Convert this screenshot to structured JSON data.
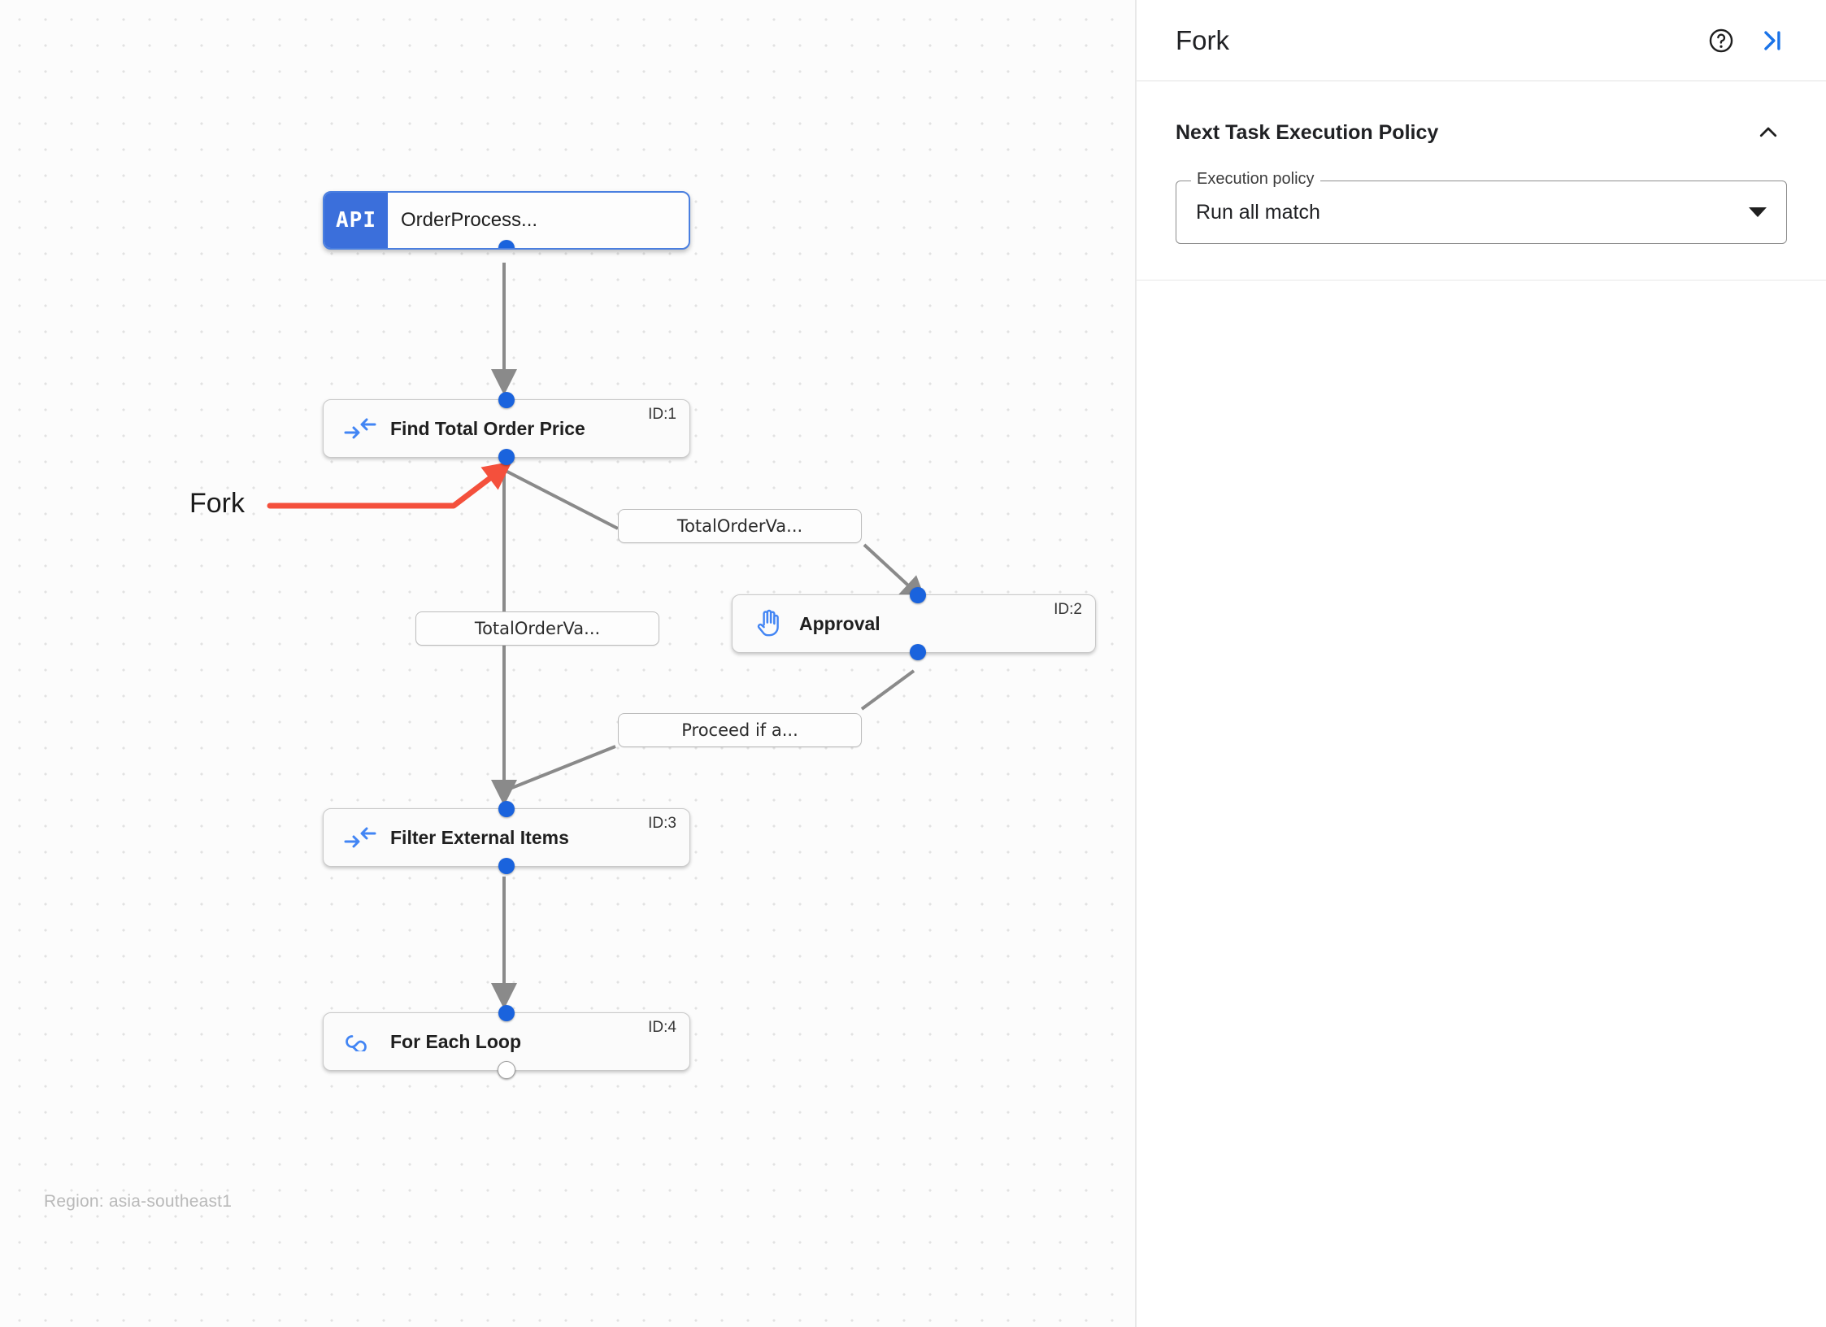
{
  "canvas": {
    "region_label": "Region: asia-southeast1",
    "annotation": {
      "label": "Fork",
      "color": "#f4503c"
    },
    "nodes": [
      {
        "key": "order_process",
        "badge": "API",
        "title": "OrderProcess...",
        "id_label": "",
        "icon": "api-badge-icon",
        "selected": true
      },
      {
        "key": "find_total_order_price",
        "badge": "",
        "title": "Find Total Order Price",
        "id_label": "ID:1",
        "icon": "arrows-collapse-icon",
        "selected": false
      },
      {
        "key": "approval",
        "badge": "",
        "title": "Approval",
        "id_label": "ID:2",
        "icon": "hand-raised-icon",
        "selected": false
      },
      {
        "key": "filter_external_items",
        "badge": "",
        "title": "Filter External Items",
        "id_label": "ID:3",
        "icon": "arrows-collapse-icon",
        "selected": false
      },
      {
        "key": "for_each_loop",
        "badge": "",
        "title": "For Each Loop",
        "id_label": "ID:4",
        "icon": "infinity-loop-icon",
        "selected": false
      }
    ],
    "edge_labels": [
      {
        "key": "to_approval",
        "text": "TotalOrderVa..."
      },
      {
        "key": "to_filter_direct",
        "text": "TotalOrderVa..."
      },
      {
        "key": "approval_proceed",
        "text": "Proceed if a..."
      }
    ]
  },
  "panel": {
    "title": "Fork",
    "help_icon": "help-circle-icon",
    "collapse_icon": "collapse-panel-icon",
    "section": {
      "title": "Next Task Execution Policy",
      "chevron_icon": "chevron-up-icon",
      "field": {
        "legend": "Execution policy",
        "value": "Run all match",
        "caret_icon": "caret-down-icon"
      }
    }
  },
  "colors": {
    "accent_blue": "#1a63dd",
    "api_blue": "#3b6fdb",
    "annotation_red": "#f4503c",
    "edge_gray": "#7c7c7c",
    "link_blue": "#1a73e8"
  }
}
